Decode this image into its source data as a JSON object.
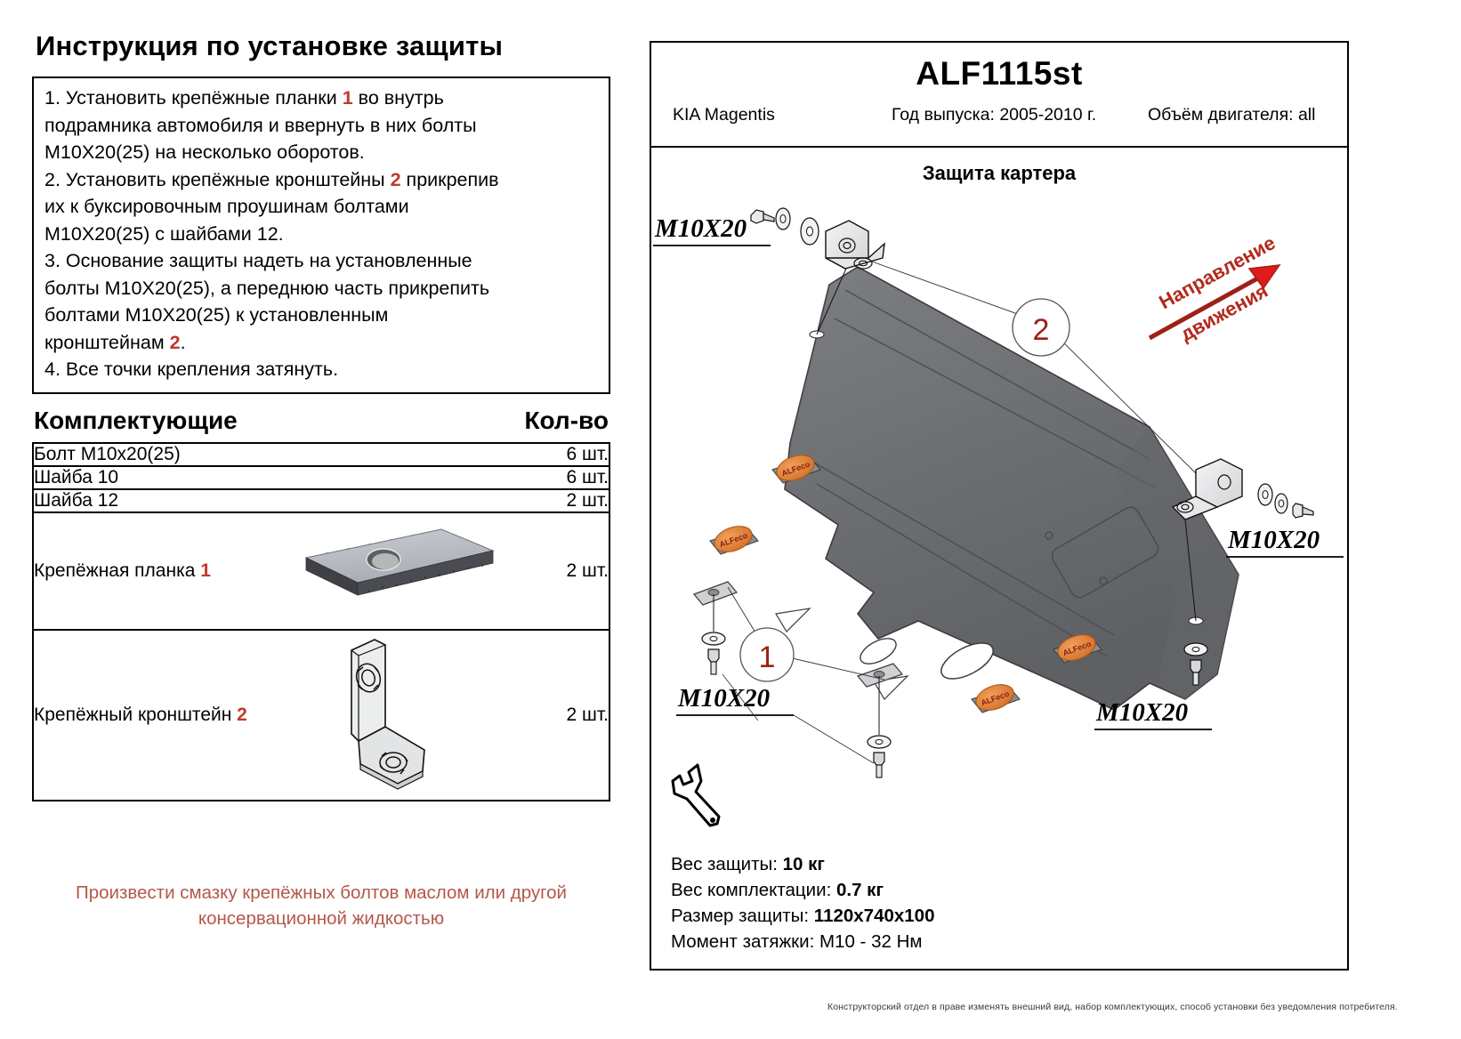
{
  "left": {
    "title": "Инструкция по установке защиты",
    "instructions": [
      {
        "prefix": "1.  Установить крепёжные планки ",
        "ref": "1",
        "suffix": " во внутрь"
      },
      {
        "prefix": "подрамника автомобиля и ввернуть в них болты",
        "ref": "",
        "suffix": ""
      },
      {
        "prefix": "M10X20(25) на несколько оборотов.",
        "ref": "",
        "suffix": ""
      },
      {
        "prefix": "2.  Установить крепёжные кронштейны ",
        "ref": "2",
        "suffix": " прикрепив"
      },
      {
        "prefix": "их к буксировочным проушинам болтами",
        "ref": "",
        "suffix": ""
      },
      {
        "prefix": "M10X20(25) с шайбами 12.",
        "ref": "",
        "suffix": ""
      },
      {
        "prefix": "3.  Основание защиты надеть на установленные",
        "ref": "",
        "suffix": ""
      },
      {
        "prefix": "болты M10X20(25), а переднюю часть прикрепить",
        "ref": "",
        "suffix": ""
      },
      {
        "prefix": "болтами M10X20(25) к установленным",
        "ref": "",
        "suffix": ""
      },
      {
        "prefix": "кронштейнам ",
        "ref": "2",
        "suffix": "."
      },
      {
        "prefix": "4.  Все точки крепления затянуть.",
        "ref": "",
        "suffix": ""
      }
    ],
    "components_header": "Комплектующие",
    "qty_header": "Кол-во",
    "components": [
      {
        "name": "Болт M10x20(25)",
        "ref": "",
        "qty": "6 шт.",
        "figure": "none"
      },
      {
        "name": "Шайба 10",
        "ref": "",
        "qty": "6 шт.",
        "figure": "none"
      },
      {
        "name": "Шайба 12",
        "ref": "",
        "qty": "2 шт.",
        "figure": "none"
      },
      {
        "name": "Крепёжная планка ",
        "ref": "1",
        "qty": "2 шт.",
        "figure": "mounting-plate"
      },
      {
        "name": "Крепёжный кронштейн ",
        "ref": "2",
        "qty": "2 шт.",
        "figure": "mounting-bracket"
      }
    ],
    "grease_note_line1": "Произвести смазку крепёжных болтов маслом или другой",
    "grease_note_line2": "консервационной жидкостью"
  },
  "right": {
    "product_code": "ALF1115st",
    "vehicle": "KIA Magentis",
    "year_label": "Год выпуска: 2005-2010 г.",
    "engine_label": "Объём двигателя: all",
    "part_type": "Защита картера",
    "direction_label_line1": "Направление",
    "direction_label_line2": "движения",
    "callouts": [
      {
        "id": "callout-1",
        "label": "1"
      },
      {
        "id": "callout-2",
        "label": "2"
      }
    ],
    "bolt_labels": [
      {
        "id": "bolt-label-top-left",
        "text": "M10X20"
      },
      {
        "id": "bolt-label-bottom-left",
        "text": "M10X20"
      },
      {
        "id": "bolt-label-right",
        "text": "M10X20"
      },
      {
        "id": "bolt-label-bottom-right",
        "text": "M10X20"
      }
    ],
    "badge_text": "ALFeco",
    "specs": [
      {
        "label": "Вес защиты: ",
        "value": "10 кг"
      },
      {
        "label": "Вес комплектации: ",
        "value": "0.7 кг"
      },
      {
        "label": "Размер защиты: ",
        "value": "1120x740x100"
      },
      {
        "label": "Момент затяжки:  M10 - 32 Нм",
        "value": ""
      }
    ]
  },
  "disclaimer": "Конструкторский отдел в праве изменять внешний вид, набор комплектующих, способ установки без уведомления потребителя.",
  "colors": {
    "ref_red": "#c0392b",
    "note_red": "#b5574b",
    "direction_red": "#cc1111",
    "plate_gray": "#6e7072",
    "badge_orange": "#e08030"
  }
}
